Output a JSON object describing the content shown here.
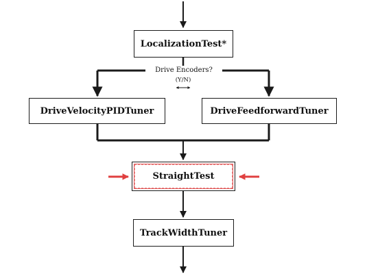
{
  "nodes": {
    "localization": "LocalizationTest*",
    "velocity": "DriveVelocityPIDTuner",
    "feedforward": "DriveFeedforwardTuner",
    "straight": "StraightTest",
    "trackwidth": "TrackWidthTuner"
  },
  "branch": {
    "question": "Drive Encoders?",
    "options": "(Y/N)"
  },
  "colors": {
    "line": "#1a1a1a",
    "highlight_arrow": "#e04040",
    "highlight_border": "#e05555"
  }
}
